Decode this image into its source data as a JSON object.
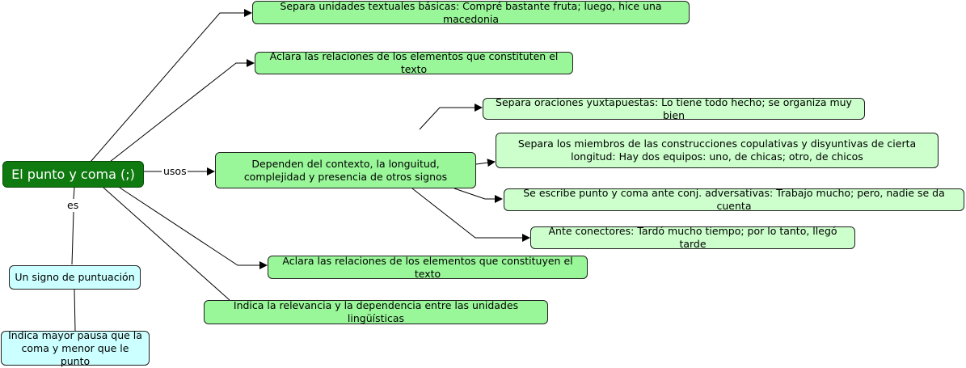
{
  "concept_map": {
    "root": "El punto y coma (;)",
    "link_labels": {
      "usos": "usos",
      "es": "es"
    },
    "uses": [
      "Separa unidades textuales básicas: Compré bastante fruta; luego, hice una macedonia",
      "Aclara las relaciones de los elementos que constituten el texto",
      "Dependen del contexto, la longuitud, complejidad y presencia de otros signos",
      "Aclara las relaciones de los elementos que constituyen el texto",
      "Indica la relevancia y la dependencia entre las unidades lingüísticas"
    ],
    "context_uses": [
      "Separa oraciones yuxtapuestas: Lo tiene todo hecho; se organiza muy bien",
      "Separa los miembros de las construcciones copulativas y disyuntivas de cierta longitud: Hay dos equipos: uno, de chicas; otro, de chicos",
      "Se escribe punto y coma ante conj. adversativas: Trabajo mucho; pero, nadie se da cuenta",
      "Ante conectores: Tardó mucho tiempo; por lo tanto, llegó tarde"
    ],
    "definition": "Un signo de puntuación",
    "definition_detail": "Indica mayor pausa que la coma y menor que le punto"
  }
}
